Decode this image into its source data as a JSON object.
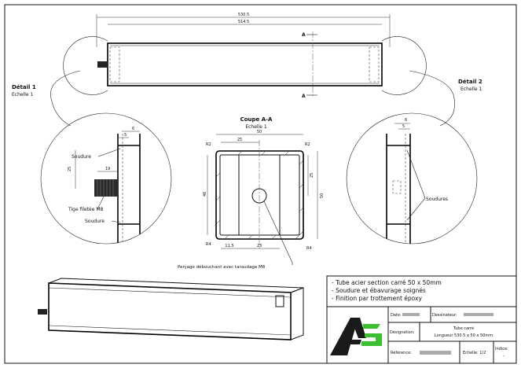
{
  "top_view": {
    "dim_overall": "530.5",
    "dim_inner": "514.5",
    "section_mark_top": "A",
    "section_mark_bottom": "A"
  },
  "detail_1": {
    "title": "Détail 1",
    "scale": "Echelle 1",
    "dim_a": "6",
    "dim_b": "5",
    "dim_v": "25",
    "dim_h": "19",
    "label_weld_top": "Soudure",
    "label_rod": "Tige filetée M8",
    "label_weld_bottom": "Soudure"
  },
  "detail_2": {
    "title": "Détail 2",
    "scale": "Echelle 1",
    "dim_a": "6",
    "dim_b": "5",
    "label_welds": "Soudures"
  },
  "section": {
    "title": "Coupe A-A",
    "scale": "Echelle 1",
    "dim_top": "50",
    "dim_top_inner": "25",
    "dim_left": "46",
    "dim_right_a": "25",
    "dim_right_b": "50",
    "dim_bot_a": "11.5",
    "dim_bot_b": "23",
    "dim_corner_a": "R2",
    "dim_corner_b": "R2",
    "dim_corner_c": "R4",
    "dim_corner_d": "R4",
    "label_hole": "Perçage débouchant avec taraudage M8"
  },
  "notes": [
    "- Tube acier section carré 50 x 50mm",
    "- Soudure et ébavurage soignés",
    "- Finition par trottement époxy"
  ],
  "title_block": {
    "logo": "A3",
    "date_label": "Date:",
    "drawer_label": "Dessinateur:",
    "designation_label": "Désignation:",
    "designation_line1": "Tube carré",
    "designation_line2": "Longueur 530.5 x 50 x 50mm",
    "reference_label": "Référence:",
    "scale_label": "Echelle: 1/2",
    "index_label": "Indice:",
    "index_value": "-"
  }
}
